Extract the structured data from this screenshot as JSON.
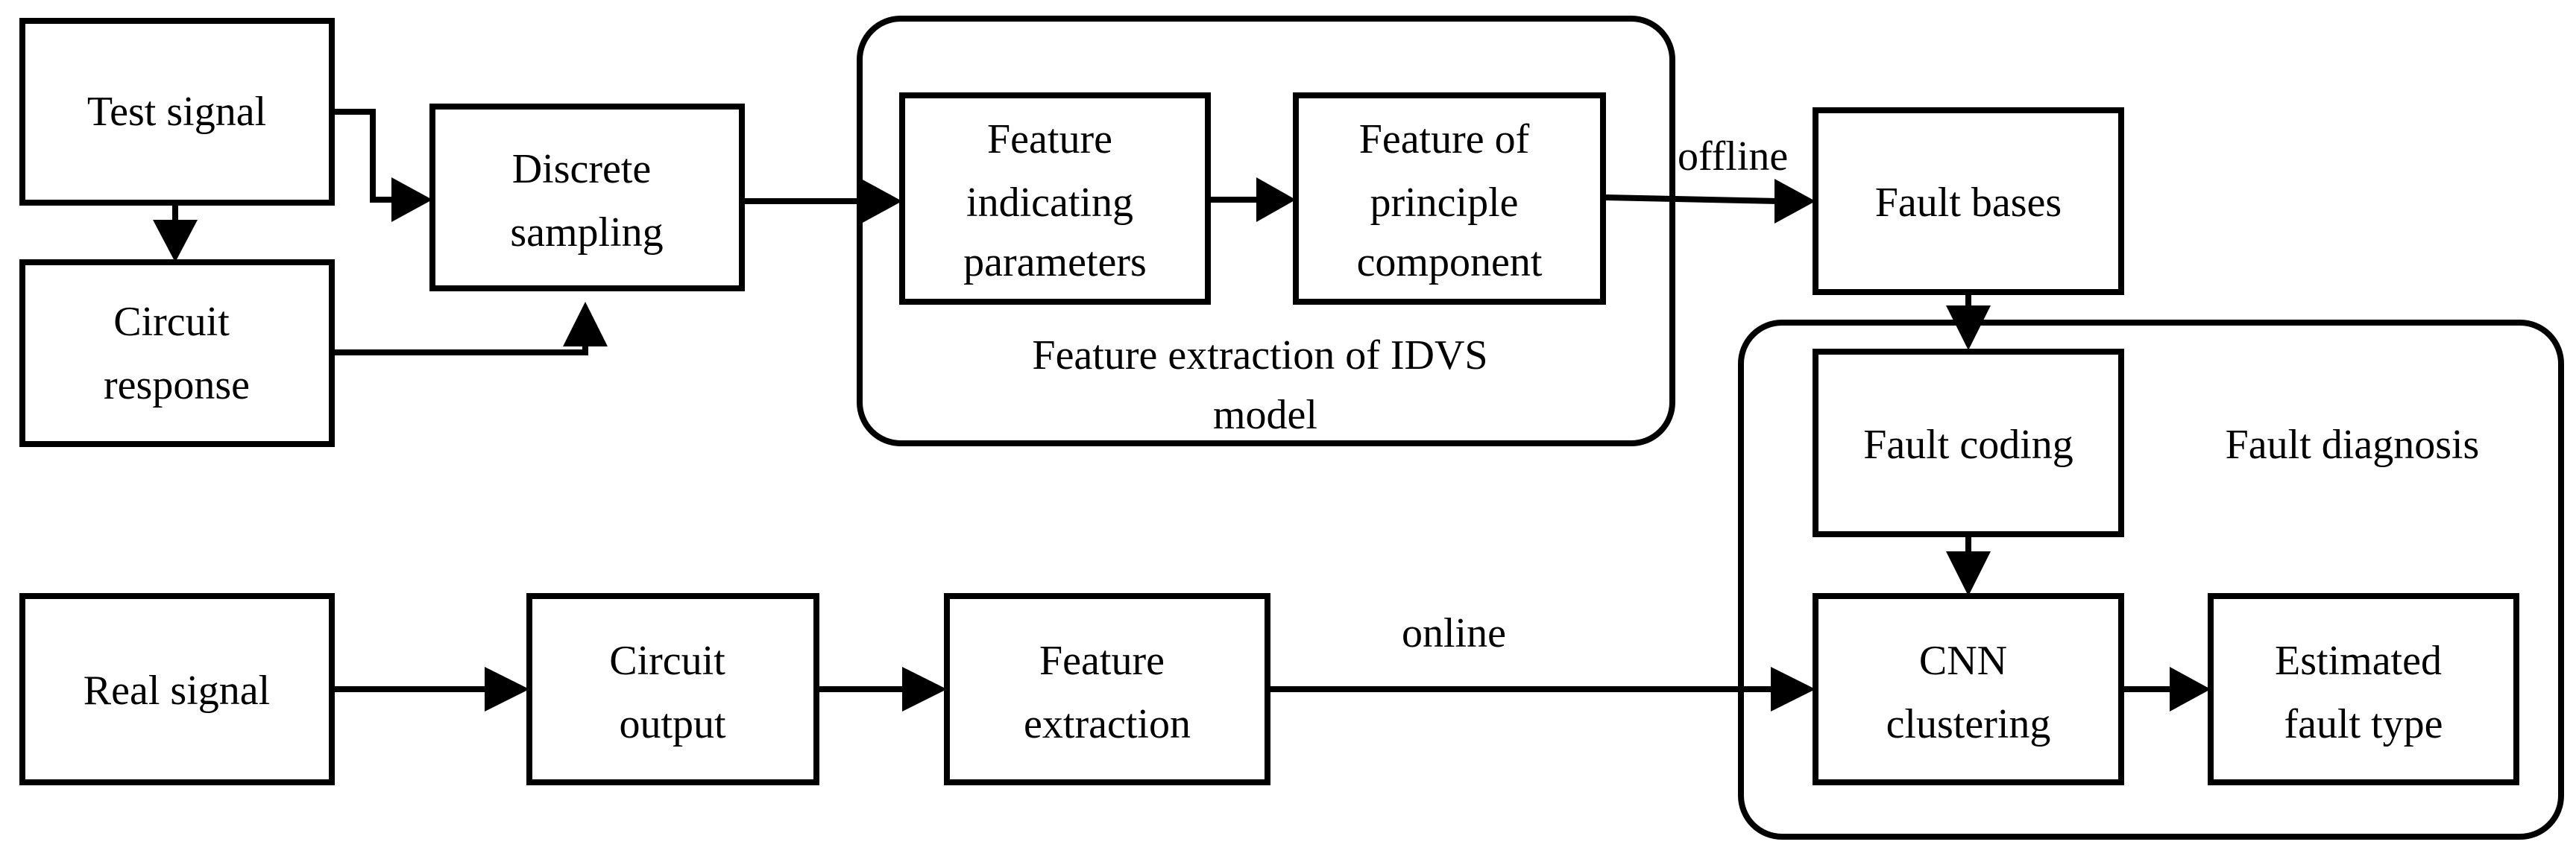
{
  "nodes": {
    "test_signal": {
      "label": [
        "Test signal"
      ]
    },
    "circuit_response": {
      "label": [
        "Circuit",
        "response"
      ]
    },
    "discrete_sampling": {
      "label": [
        "Discrete",
        "sampling"
      ]
    },
    "feature_indicating": {
      "label": [
        "Feature",
        "indicating",
        "parameters"
      ]
    },
    "feature_principle": {
      "label": [
        "Feature of",
        "principle",
        "component"
      ]
    },
    "fault_bases": {
      "label": [
        "Fault bases"
      ]
    },
    "fault_coding": {
      "label": [
        "Fault coding"
      ]
    },
    "cnn_clustering": {
      "label": [
        "CNN",
        "clustering"
      ]
    },
    "estimated_fault": {
      "label": [
        "Estimated",
        "fault type"
      ]
    },
    "real_signal": {
      "label": [
        "Real signal"
      ]
    },
    "circuit_output": {
      "label": [
        "Circuit",
        "output"
      ]
    },
    "feature_extraction": {
      "label": [
        "Feature",
        "extraction"
      ]
    }
  },
  "groups": {
    "idvs": {
      "label": [
        "Feature extraction of IDVS",
        "model"
      ]
    },
    "diagnosis": {
      "label": [
        "Fault diagnosis"
      ]
    }
  },
  "edge_labels": {
    "offline": "offline",
    "online": "online"
  }
}
